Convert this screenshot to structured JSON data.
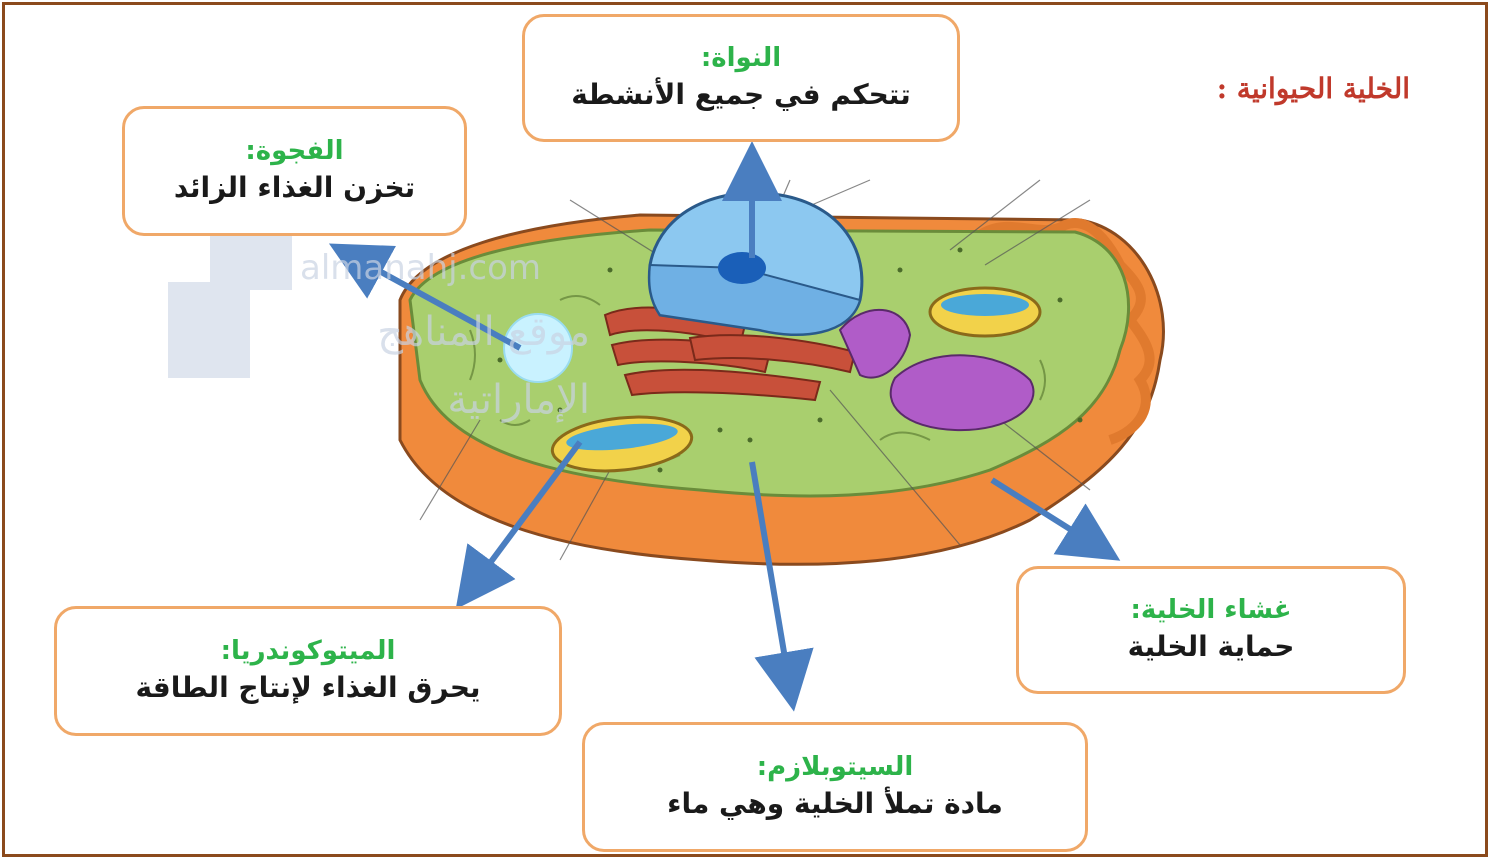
{
  "title": "الخلية الحيوانية :",
  "watermark": {
    "site": "almanahj.com",
    "site_ar": "موقع المناهج الإماراتية"
  },
  "labels": {
    "nucleus": {
      "title": "النواة:",
      "desc": "تتحكم في جميع الأنشطة"
    },
    "vacuole": {
      "title": "الفجوة:",
      "desc": "تخزن الغذاء الزائد"
    },
    "mitochondria": {
      "title": "الميتوكوندريا:",
      "desc": "يحرق الغذاء لإنتاج الطاقة"
    },
    "cytoplasm": {
      "title": "السيتوبلازم:",
      "desc": "مادة تملأ الخلية وهي ماء"
    },
    "membrane": {
      "title": "غشاء الخلية:",
      "desc": "حماية الخلية"
    }
  },
  "colors": {
    "frame": "#8b4a1c",
    "box_border": "#f0a868",
    "label_title": "#2db34a",
    "heading": "#c0392b",
    "arrow": "#4a7ec0",
    "cytoplasm": "#a9cf6e",
    "membrane": "#f08a3c",
    "nucleus": "#8cc8f0",
    "nucleolus": "#1a5fb8",
    "er": "#c8503a",
    "golgi": "#b05cc8",
    "mito": "#f2d24a"
  }
}
